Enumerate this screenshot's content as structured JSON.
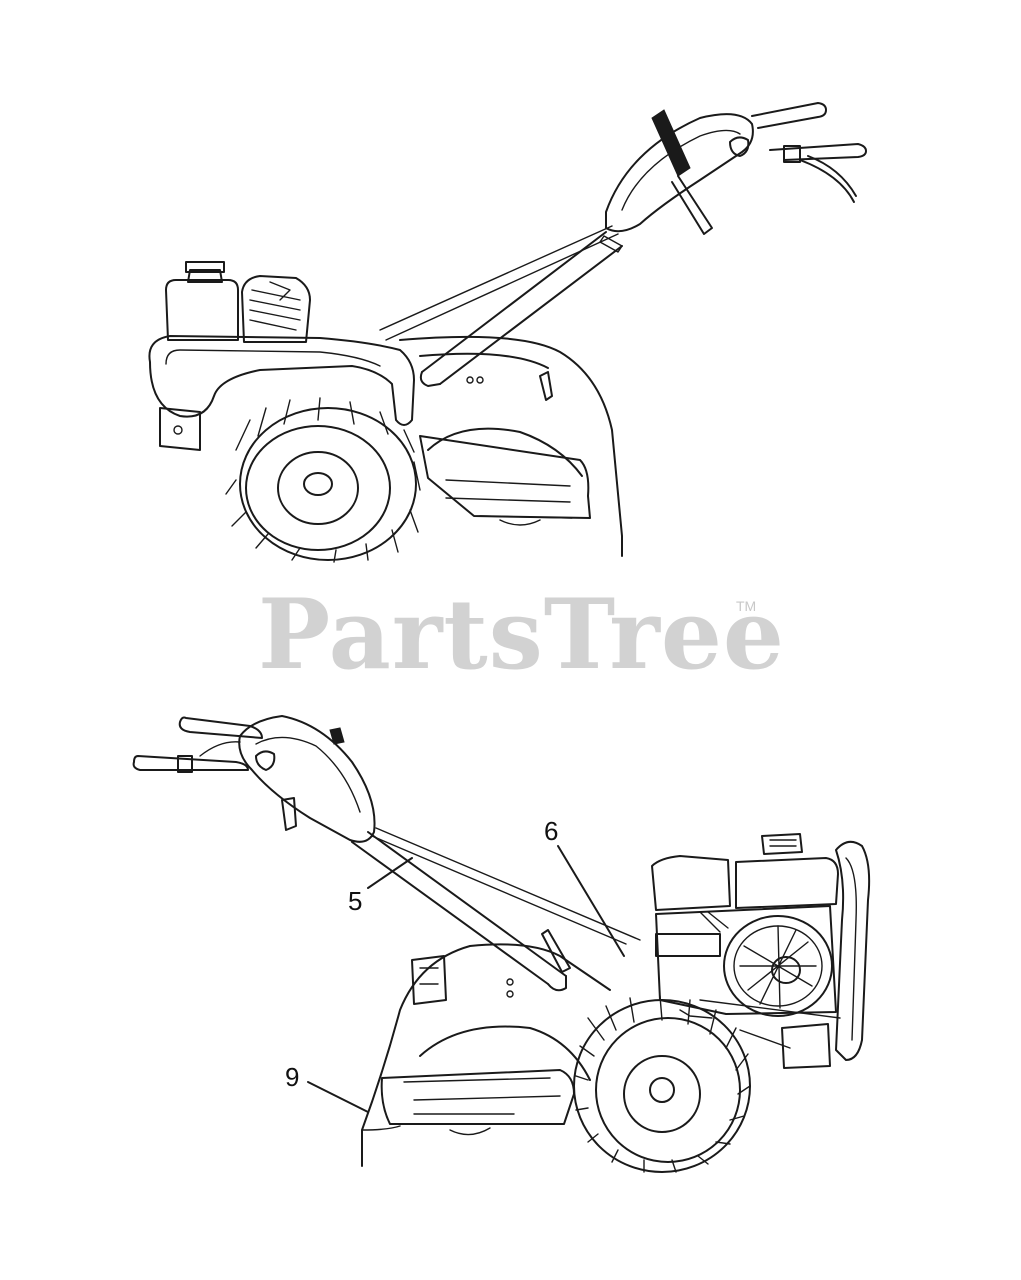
{
  "watermark": {
    "brand": "PartsTree",
    "trademark": "TM"
  },
  "callouts": [
    {
      "id": "5",
      "label": "5"
    },
    {
      "id": "6",
      "label": "6"
    },
    {
      "id": "9",
      "label": "9"
    }
  ],
  "colors": {
    "line": "#1a1a1a",
    "watermark": "#d2d2d2",
    "background": "#ffffff"
  }
}
